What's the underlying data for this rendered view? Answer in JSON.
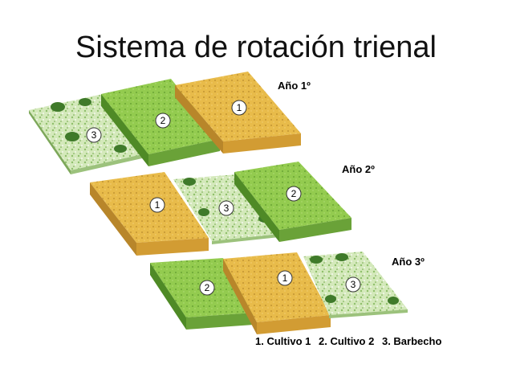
{
  "title": "Sistema de rotación trienal",
  "years": [
    {
      "label": "Año 1º",
      "plots": [
        3,
        2,
        1
      ]
    },
    {
      "label": "Año 2º",
      "plots": [
        1,
        3,
        2
      ]
    },
    {
      "label": "Año 3º",
      "plots": [
        2,
        1,
        3
      ]
    }
  ],
  "legend": {
    "item1": "1. Cultivo 1",
    "item2": "2. Cultivo 2",
    "item3": "3. Barbecho"
  },
  "colors": {
    "cultivo1": "#e6b847",
    "cultivo2": "#8cc84a",
    "barbecho": "#cfe6b4"
  }
}
